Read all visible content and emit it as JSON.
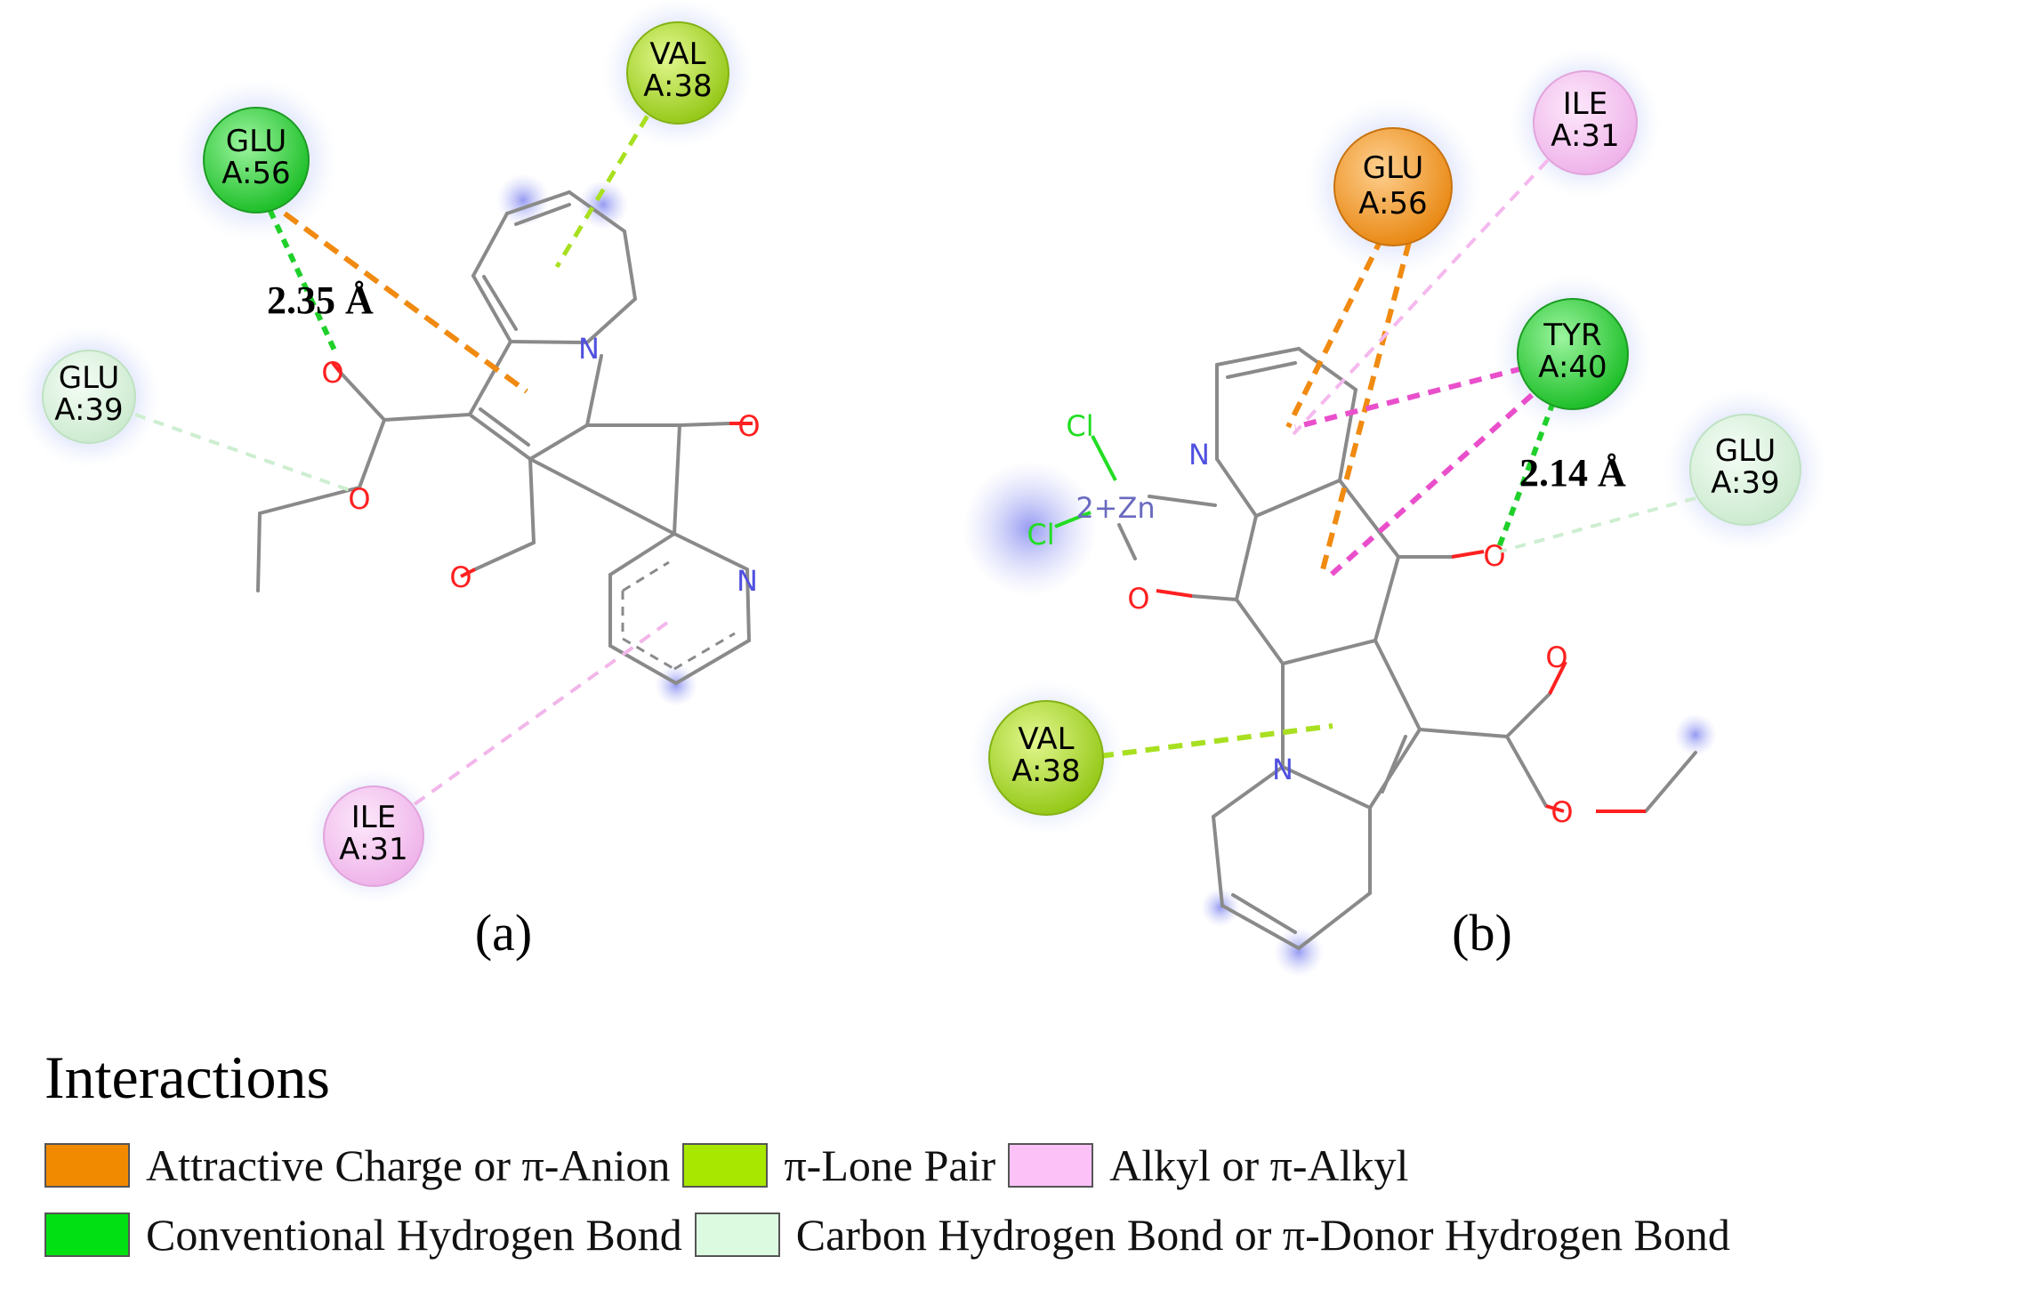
{
  "panel_a": {
    "caption": "(a)",
    "distance_label": "2.35 Å",
    "residues": [
      {
        "id": "glu56",
        "line1": "GLU",
        "line2": "A:56",
        "type": "conventional_h_bond"
      },
      {
        "id": "val38",
        "line1": "VAL",
        "line2": "A:38",
        "type": "pi_lone_pair"
      },
      {
        "id": "glu39",
        "line1": "GLU",
        "line2": "A:39",
        "type": "carbon_h_bond"
      },
      {
        "id": "ile31",
        "line1": "ILE",
        "line2": "A:31",
        "type": "alkyl"
      }
    ],
    "atoms": {
      "n_ring": "N",
      "n_pyridine": "N",
      "o1": "O",
      "o2": "O",
      "o3": "O",
      "o4": "O"
    }
  },
  "panel_b": {
    "caption": "(b)",
    "distance_label": "2.14 Å",
    "residues": [
      {
        "id": "glu56",
        "line1": "GLU",
        "line2": "A:56",
        "type": "attractive_charge"
      },
      {
        "id": "ile31",
        "line1": "ILE",
        "line2": "A:31",
        "type": "alkyl"
      },
      {
        "id": "tyr40",
        "line1": "TYR",
        "line2": "A:40",
        "type": "conventional_h_bond"
      },
      {
        "id": "glu39",
        "line1": "GLU",
        "line2": "A:39",
        "type": "carbon_h_bond"
      },
      {
        "id": "val38",
        "line1": "VAL",
        "line2": "A:38",
        "type": "pi_lone_pair"
      }
    ],
    "atoms": {
      "cl1": "Cl",
      "cl2": "Cl",
      "zn": "2+Zn",
      "n_pyr": "N",
      "n_ring": "N",
      "o1": "O",
      "o2": "O",
      "o3": "O",
      "o4": "O"
    }
  },
  "legend": {
    "title": "Interactions",
    "items": [
      {
        "label": "Attractive Charge or π-Anion",
        "color": "#F28A00"
      },
      {
        "label": "π-Lone Pair",
        "color": "#A8E800"
      },
      {
        "label": "Alkyl or π-Alkyl",
        "color": "#FCC2F8"
      },
      {
        "label": "Conventional Hydrogen Bond",
        "color": "#00E012"
      },
      {
        "label": "Carbon Hydrogen Bond or π-Donor Hydrogen Bond",
        "color": "#DCFADF"
      }
    ]
  },
  "colors": {
    "conventional_h_bond": "#34D43E",
    "pi_lone_pair": "#A6DC26",
    "carbon_h_bond": "#D8F3DA",
    "alkyl": "#F5C4F0",
    "attractive_charge": "#F09A2A",
    "pi_alkyl_line": "#EA4FCB",
    "bond": "#8A8A8A",
    "oxygen": "#FF2020",
    "nitrogen": "#5050E0",
    "chlorine": "#22DD22"
  }
}
